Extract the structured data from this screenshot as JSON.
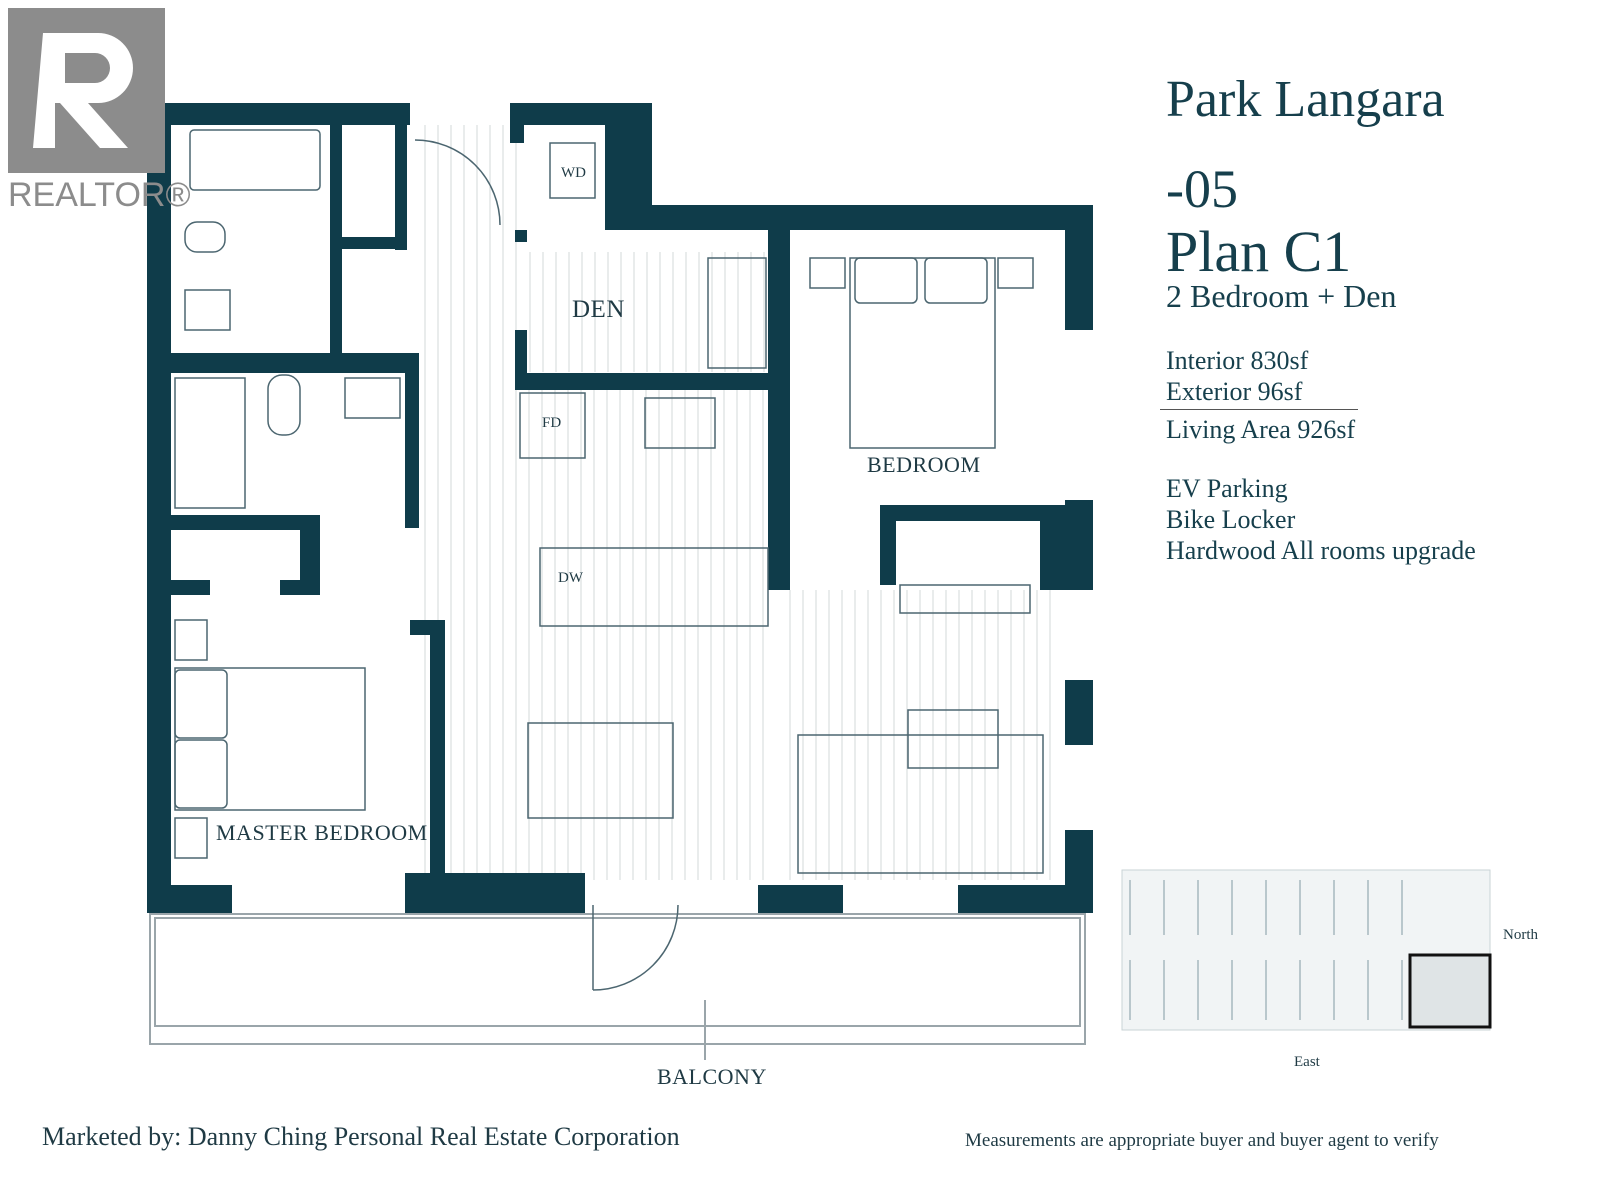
{
  "logo": {
    "text": "REALTOR®"
  },
  "project": {
    "name": "Park Langara",
    "unit": "-05",
    "plan": "Plan C1",
    "type": "2 Bedroom + Den"
  },
  "areas": {
    "interior": "Interior 830sf",
    "exterior": "Exterior 96sf",
    "living": "Living Area 926sf"
  },
  "features": [
    "EV Parking",
    "Bike Locker",
    "Hardwood All rooms upgrade"
  ],
  "rooms": {
    "den": "DEN",
    "bedroom": "BEDROOM",
    "master": "MASTER BEDROOM",
    "balcony": "BALCONY"
  },
  "appliances": {
    "washer_dryer": "WD",
    "fridge": "FD",
    "dishwasher": "DW"
  },
  "keyplan": {
    "north": "North",
    "east": "East"
  },
  "footer": {
    "marketed_by": "Marketed by: Danny Ching Personal Real Estate Corporation",
    "disclaimer": "Measurements are appropriate buyer and buyer agent to verify"
  },
  "colors": {
    "wall": "#0f3c4a",
    "text": "#163f4c",
    "floor_line": "#c9cfd2"
  }
}
